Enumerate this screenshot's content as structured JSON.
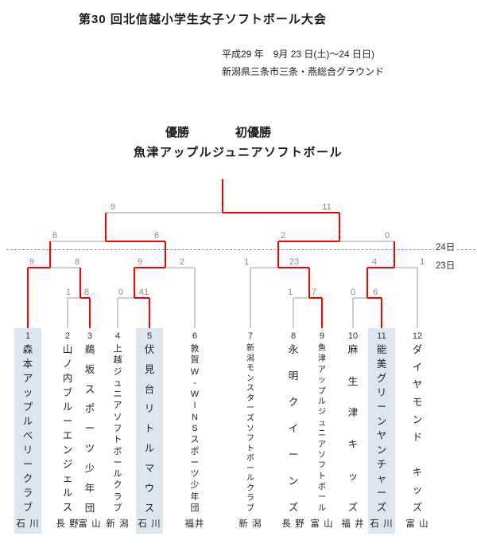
{
  "title": "第30 回北信越小学生女子ソフトボール大会",
  "event_info": {
    "date": "平成29 年　9月 23 日(土)～24 日日)",
    "venue": "新潟県三条市三条・燕総合グラウンド"
  },
  "result": {
    "champion_label": "優勝",
    "first_victory_label": "初優勝",
    "champion_team": "魚津アップルジュニアソフトボール"
  },
  "day_labels": {
    "upper": "24日",
    "lower": "23日"
  },
  "colors": {
    "winner_path": "#ff0000",
    "bracket_line": "#9e9e9e",
    "score_text": "#8a8a8a",
    "ishikawa_highlight": "#dce6f1"
  },
  "teams": [
    {
      "number": "1",
      "name": "森本アップルベリークラブ",
      "prefecture": "石 川",
      "highlighted": true
    },
    {
      "number": "2",
      "name": "山ノ内ブルーエンジェルス",
      "prefecture": "長 野",
      "highlighted": false
    },
    {
      "number": "3",
      "name": "鵜坂スポーツ少年団",
      "prefecture": "富 山",
      "highlighted": false
    },
    {
      "number": "4",
      "name": "上越ジュニアソフトボールクラブ",
      "prefecture": "新 潟",
      "highlighted": false
    },
    {
      "number": "5",
      "name": "伏見台リトルマウス",
      "prefecture": "石 川",
      "highlighted": true
    },
    {
      "number": "6",
      "name": "敦賀W-WINSスポーツ少年団",
      "prefecture": "福井",
      "highlighted": false
    },
    {
      "number": "7",
      "name": "新潟モンスターズソフトボールクラブ",
      "prefecture": "新 潟",
      "highlighted": false
    },
    {
      "number": "8",
      "name": "永明クイーンズ",
      "prefecture": "長 野",
      "highlighted": false
    },
    {
      "number": "9",
      "name": "魚津アップルジュニアソフトボール",
      "prefecture": "富 山",
      "highlighted": false
    },
    {
      "number": "10",
      "name": "麻生津キッズ",
      "prefecture": "福 井",
      "highlighted": false
    },
    {
      "number": "11",
      "name": "能美グリーンヤンチャーズ",
      "prefecture": "石 川",
      "highlighted": true
    },
    {
      "number": "12",
      "name": "ダイヤモンド　キッズ",
      "prefecture": "富 山",
      "highlighted": false
    }
  ],
  "bracket": {
    "round1": [
      {
        "scores": [
          "1",
          "8"
        ],
        "winner": "right"
      },
      {
        "scores": [
          "0",
          "41"
        ],
        "winner": "right"
      },
      {
        "scores": [
          "1",
          "7"
        ],
        "winner": "right"
      },
      {
        "scores": [
          "0",
          "6"
        ],
        "winner": "right"
      }
    ],
    "quarterfinals": [
      {
        "scores": [
          "9",
          "8"
        ],
        "winner": "left"
      },
      {
        "scores": [
          "9",
          "2"
        ],
        "winner": "left"
      },
      {
        "scores": [
          "1",
          "23"
        ],
        "winner": "right"
      },
      {
        "scores": [
          "4",
          "1"
        ],
        "winner": "left"
      }
    ],
    "semifinals": [
      {
        "scores": [
          "6",
          "6"
        ],
        "winner": "right"
      },
      {
        "scores": [
          "2",
          "0"
        ],
        "winner": "left"
      }
    ],
    "final": {
      "scores": [
        "9",
        "11"
      ],
      "winner": "right"
    }
  }
}
